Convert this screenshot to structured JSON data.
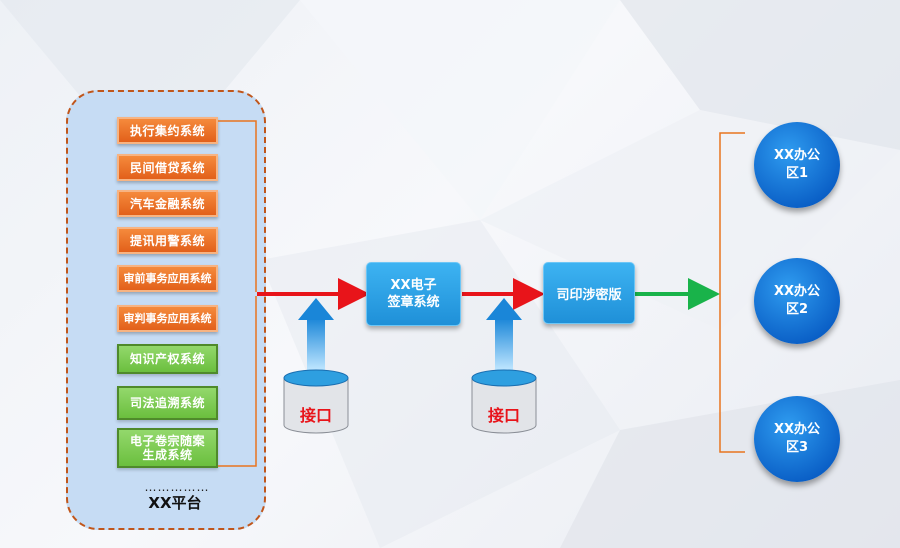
{
  "platform": {
    "title": "XX平台",
    "more": "……………",
    "systems": [
      {
        "label": "执行集约系统",
        "style": "orange"
      },
      {
        "label": "民间借贷系统",
        "style": "orange"
      },
      {
        "label": "汽车金融系统",
        "style": "orange"
      },
      {
        "label": "提讯用警系统",
        "style": "orange"
      },
      {
        "label": "审前事务应用系统",
        "style": "orange"
      },
      {
        "label": "审判事务应用系统",
        "style": "orange"
      },
      {
        "label": "知识产权系统",
        "style": "green"
      },
      {
        "label": "司法追溯系统",
        "style": "green"
      },
      {
        "label": "电子卷宗随案生成系统",
        "style": "green"
      }
    ]
  },
  "seal_system": {
    "line1": "XX电子",
    "line2": "签章系统"
  },
  "secure_version": {
    "label": "司印涉密版"
  },
  "interfaces": [
    {
      "label": "接口"
    },
    {
      "label": "接口"
    }
  ],
  "zones": [
    {
      "line1": "XX办公",
      "line2": "区1"
    },
    {
      "line1": "XX办公",
      "line2": "区2"
    },
    {
      "line1": "XX办公",
      "line2": "区3"
    }
  ],
  "colors": {
    "orange": "#e8661f",
    "green": "#6bbf3e",
    "red_arrow": "#e8141a",
    "green_arrow": "#19b34a",
    "zone_blue": "#0a5fc6"
  }
}
